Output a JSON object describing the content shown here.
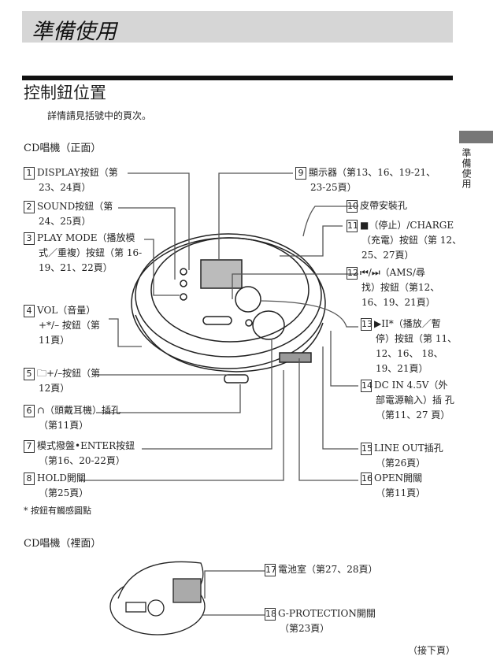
{
  "header": {
    "title": "準備使用"
  },
  "section_title": "控制鈕位置",
  "intro": "詳情請見括號中的頁次。",
  "side_tab": "準備使用",
  "front_caption": "CD唱機（正面）",
  "back_caption": "CD唱機（裡面）",
  "left_labels": [
    {
      "num": "1",
      "line1": "DISPLAY按鈕（第",
      "line2": "23、24頁）"
    },
    {
      "num": "2",
      "line1": "SOUND按鈕（第",
      "line2": "24、25頁）"
    },
    {
      "num": "3",
      "line1": "PLAY MODE（播放模",
      "line2": "式／重複）按鈕（第 16-19、21、22頁）"
    },
    {
      "num": "4",
      "line1": "VOL（音量）",
      "line2": "+*/– 按鈕（第11頁）"
    },
    {
      "num": "5",
      "line1": "🗀+/–按鈕（第",
      "line2": "12頁）"
    },
    {
      "num": "6",
      "line1": "∩（頭戴耳機）插孔",
      "line2": "（第11頁）"
    },
    {
      "num": "7",
      "line1": "模式撥盤•ENTER按鈕",
      "line2": "（第16、20-22頁）"
    },
    {
      "num": "8",
      "line1": "HOLD開關",
      "line2": "（第25頁）"
    }
  ],
  "right_labels": [
    {
      "num": "9",
      "line1": "顯示器（第13、16、19-21、",
      "line2": "23-25頁）"
    },
    {
      "num": "10",
      "line1": "皮帶安裝孔",
      "line2": ""
    },
    {
      "num": "11",
      "line1": "■（停止）/CHARGE",
      "line2": "（充電）按鈕（第 12、25、27頁）"
    },
    {
      "num": "12",
      "line1": "⏮/⏭（AMS/尋",
      "line2": "找）按鈕（第12、 16、19、21頁）"
    },
    {
      "num": "13",
      "line1": "▶II*（播放／暫",
      "line2": "停）按鈕（第 11、12、16、 18、19、21頁）"
    },
    {
      "num": "14",
      "line1": "DC IN 4.5V（外",
      "line2": "部電源輸入）插 孔（第11、27 頁）"
    },
    {
      "num": "15",
      "line1": "LINE OUT插孔",
      "line2": "（第26頁）"
    },
    {
      "num": "16",
      "line1": "OPEN開關",
      "line2": "（第11頁）"
    }
  ],
  "back_labels": [
    {
      "num": "17",
      "line1": "電池室（第27、28頁）",
      "line2": ""
    },
    {
      "num": "18",
      "line1": "G-PROTECTION開關",
      "line2": "（第23頁）"
    }
  ],
  "footnote": "* 按鈕有觸感圓點",
  "continued": "（接下頁）"
}
